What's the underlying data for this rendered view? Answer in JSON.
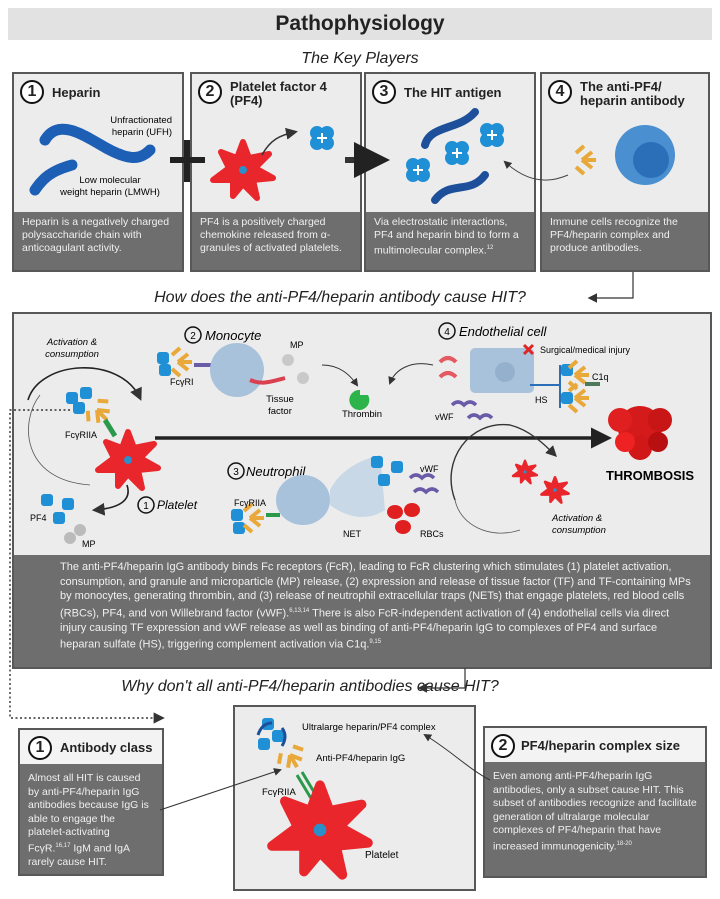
{
  "title": "Pathophysiology",
  "key_players": {
    "heading": "The Key Players",
    "cards": [
      {
        "number": "1",
        "title": "Heparin",
        "labels": [
          "Unfractionated",
          "heparin (UFH)",
          "Low molecular",
          "weight heparin (LMWH)"
        ],
        "description": "Heparin is a negatively charged polysaccharide chain with anticoagulant activity."
      },
      {
        "number": "2",
        "title": "Platelet factor 4 (PF4)",
        "description": "PF4 is a positively charged chemokine released from α-granules of activated platelets."
      },
      {
        "number": "3",
        "title": "The HIT antigen",
        "description": "Via electrostatic interactions, PF4 and heparin bind to form a multimolecular complex.",
        "ref": "12"
      },
      {
        "number": "4",
        "title": "The anti-PF4/ heparin antibody",
        "description": "Immune cells recognize the PF4/heparin complex and produce antibodies."
      }
    ]
  },
  "mechanism": {
    "heading": "How does the anti-PF4/heparin antibody cause HIT?",
    "labels": {
      "activation1": [
        "Activation &",
        "consumption"
      ],
      "monocyte": "Monocyte",
      "monocyte_num": "2",
      "mp_top": "MP",
      "fcgri": "FcγRI",
      "tissue_factor": [
        "Tissue",
        "factor"
      ],
      "thrombin": "Thrombin",
      "endothelial": "Endothelial cell",
      "endothelial_num": "4",
      "injury": "Surgical/medical injury",
      "c1q": "C1q",
      "hs": "HS",
      "vwf_top": "vWF",
      "fcgriia_platelet": "FcγRIIA",
      "platelet": "Platelet",
      "platelet_num": "1",
      "pf4": "PF4",
      "mp_bottom": "MP",
      "neutrophil": "Neutrophil",
      "neutrophil_num": "3",
      "fcgriia_neutrophil": "FcγRIIA",
      "net": "NET",
      "vwf_bottom": "vWF",
      "rbcs": "RBCs",
      "thrombosis": "THROMBOSIS",
      "activation2": [
        "Activation &",
        "consumption"
      ]
    },
    "description": {
      "part1": "The anti-PF4/heparin IgG antibody binds Fc receptors (FcR), leading to FcR clustering which stimulates (1) platelet activation, consumption, and granule and microparticle (MP) release, (2) expression and release of tissue factor (TF) and TF-containing MPs by monocytes, generating thrombin, and (3) release of neutrophil extracellular traps (NETs) that engage platelets, red blood cells (RBCs), PF4, and von Willebrand factor (vWF).",
      "ref1": "6,13,14",
      "part2": " There is also FcR-independent activation of (4) endothelial cells via direct injury causing TF expression and vWF release as well as binding of anti-PF4/heparin IgG to complexes of PF4 and surface heparan sulfate (HS), triggering complement activation via C1q.",
      "ref2": "9,15"
    }
  },
  "why_not_all": {
    "heading": "Why don't all anti-PF4/heparin antibodies cause HIT?",
    "center_labels": {
      "complex": "Ultralarge heparin/PF4 complex",
      "igg": "Anti-PF4/heparin IgG",
      "fcgriia": "FcγRIIA",
      "platelet": "Platelet"
    },
    "cards": [
      {
        "number": "1",
        "title": "Antibody class",
        "description": "Almost all HIT is caused by anti-PF4/heparin IgG antibodies because IgG is able to engage the platelet-activating FcγR.",
        "ref": "16,17",
        "description_after": " IgM and IgA rarely cause HIT."
      },
      {
        "number": "2",
        "title": "PF4/heparin complex size",
        "description": "Even among anti-PF4/heparin IgG antibodies, only a subset cause HIT. This subset of antibodies recognize and facilitate generation of ultralarge molecular complexes of PF4/heparin that have increased immunogenicity.",
        "ref": "18-20"
      }
    ]
  },
  "colors": {
    "platelet": "#e8262b",
    "pf4": "#1f8fd6",
    "heparin": "#1d4f9a",
    "antibody": "#e8a93a",
    "receptor": "#2a9a4a",
    "thrombin": "#2cb34a",
    "cell": "#a9c2dc",
    "panel_dark": "#6e6e6e",
    "panel_light": "#ececec"
  }
}
